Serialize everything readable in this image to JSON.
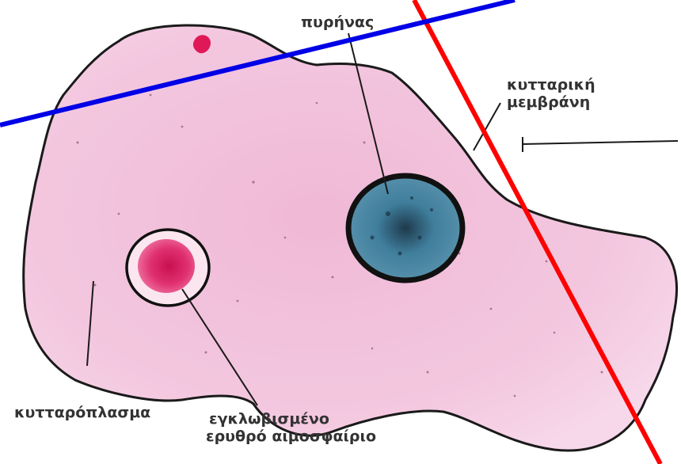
{
  "labels": {
    "nucleus": "πυρήνας",
    "membrane": {
      "line1": "κυτταρική",
      "line2": "μεμβράνη"
    },
    "cytoplasm": "κυτταρόπλασμα",
    "rbc": {
      "line1": "εγκλωβισμένο",
      "line2": "ερυθρό αιμοσφαίριο"
    }
  },
  "colors": {
    "cytoplasm": "#f3c6df",
    "membrane": "#1a1a1a",
    "nucleus": "#3f7e9c",
    "rbc": "#e0306f",
    "red_line": "#ff0000",
    "blue_line": "#0000e6"
  }
}
